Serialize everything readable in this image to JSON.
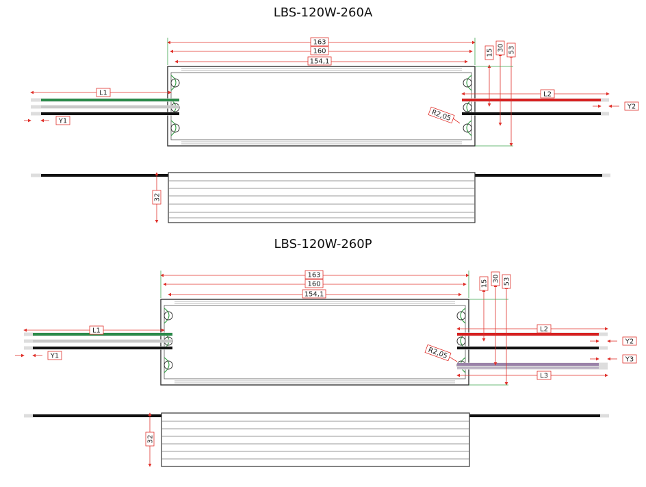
{
  "titles": {
    "top": "LBS-120W-260A",
    "bottom": "LBS-120W-260P"
  },
  "dims": {
    "overall": "163",
    "mid": "160",
    "inner": "154,1",
    "h15": "15",
    "h30": "30",
    "h53": "53",
    "thickness": "32",
    "radius": "R2,05",
    "l1": "L1",
    "l2": "L2",
    "l3": "L3",
    "y1": "Y1",
    "y2": "Y2",
    "y3": "Y3"
  },
  "colors": {
    "dimension": "#e0302a",
    "wire_green": "#2b8a4a",
    "wire_gray": "#c8c8c8",
    "wire_black": "#111111",
    "wire_red": "#d62020",
    "wire_purple": "#9a82a8",
    "seal": "#3aa14a",
    "outline": "#333333"
  }
}
